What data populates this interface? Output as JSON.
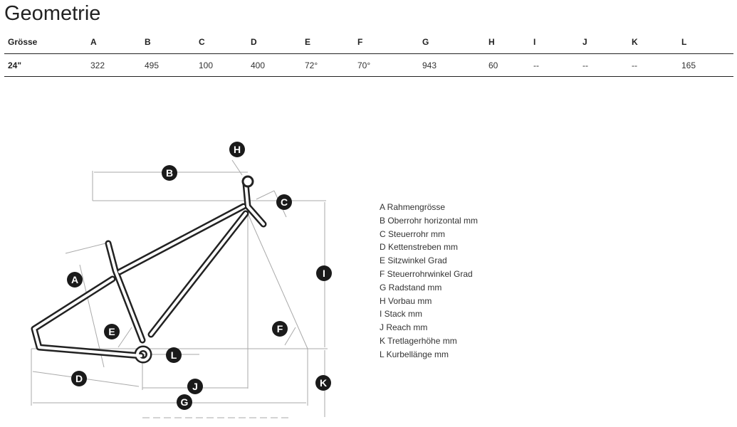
{
  "title": "Geometrie",
  "table": {
    "headers": [
      "Grösse",
      "A",
      "B",
      "C",
      "D",
      "E",
      "F",
      "G",
      "H",
      "I",
      "J",
      "K",
      "L"
    ],
    "rows": [
      [
        "24\"",
        "322",
        "495",
        "100",
        "400",
        "72°",
        "70°",
        "943",
        "60",
        "--",
        "--",
        "--",
        "165"
      ]
    ]
  },
  "legend": [
    {
      "letter": "A",
      "text": "A Rahmengrösse"
    },
    {
      "letter": "B",
      "text": "B Oberrohr horizontal mm"
    },
    {
      "letter": "C",
      "text": "C Steuerrohr mm"
    },
    {
      "letter": "D",
      "text": "D Kettenstreben mm"
    },
    {
      "letter": "E",
      "text": "E Sitzwinkel Grad"
    },
    {
      "letter": "F",
      "text": "F Steuerrohrwinkel Grad"
    },
    {
      "letter": "G",
      "text": "G Radstand mm"
    },
    {
      "letter": "H",
      "text": "H Vorbau mm"
    },
    {
      "letter": "I",
      "text": "I Stack mm"
    },
    {
      "letter": "J",
      "text": "J Reach mm"
    },
    {
      "letter": "K",
      "text": "K Tretlagerhöhe mm"
    },
    {
      "letter": "L",
      "text": "L Kurbellänge mm"
    }
  ]
}
